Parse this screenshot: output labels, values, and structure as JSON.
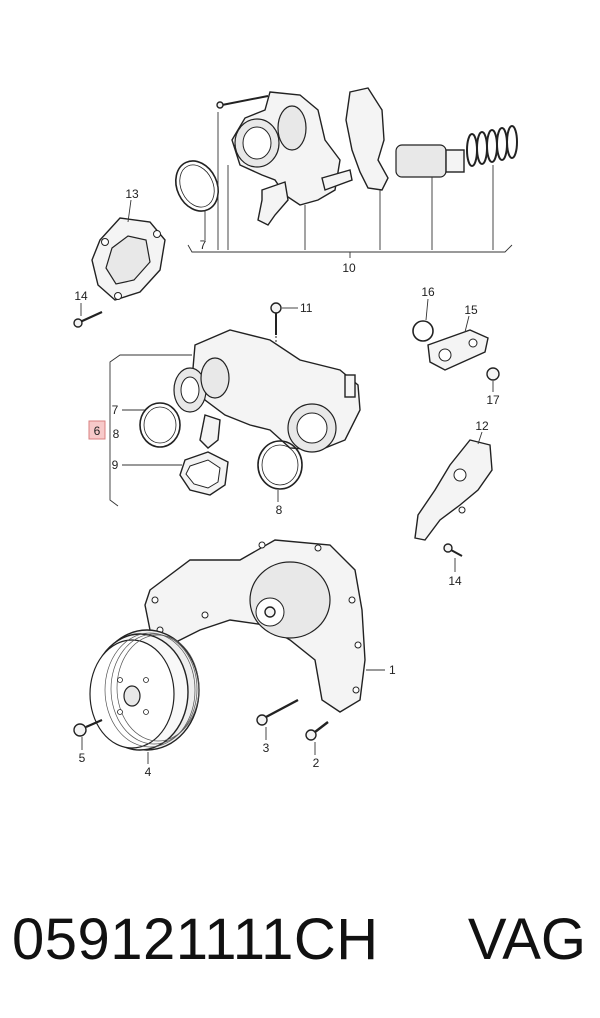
{
  "callouts": {
    "c1": "1",
    "c2": "2",
    "c3": "3",
    "c4": "4",
    "c5": "5",
    "c6": "6",
    "c7a": "7",
    "c7b": "7",
    "c8a": "8",
    "c8b": "8",
    "c9": "9",
    "c10": "10",
    "c11": "11",
    "c12": "12",
    "c13": "13",
    "c14a": "14",
    "c14b": "14",
    "c15": "15",
    "c16": "16",
    "c17": "17"
  },
  "highlight_color": "#f7c9c9",
  "footer": {
    "part_number": "059121111CH",
    "brand": "VAG"
  }
}
